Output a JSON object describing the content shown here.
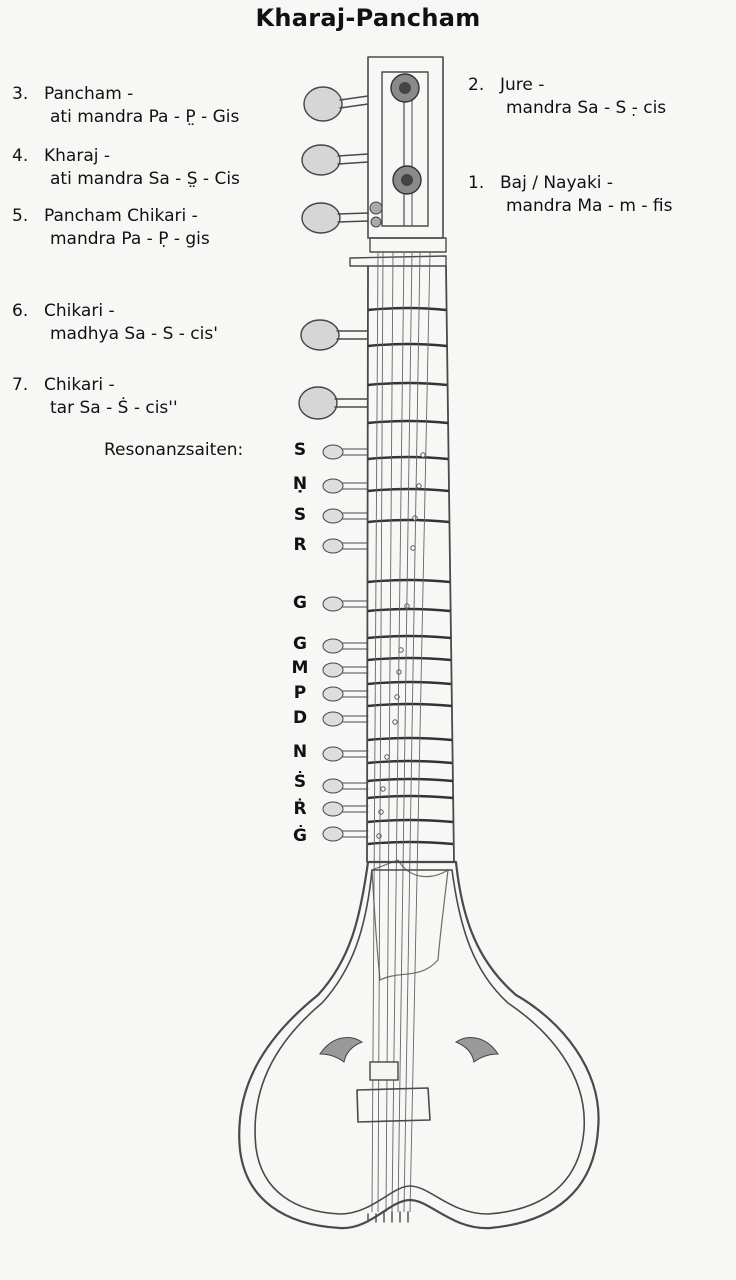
{
  "title": "Kharaj-Pancham",
  "strings_left": [
    {
      "num": "3.",
      "line1": "Pancham -",
      "line2": "ati mandra Pa - P̤ - Gis"
    },
    {
      "num": "4.",
      "line1": "Kharaj -",
      "line2": "ati mandra Sa - S̤ - Cis"
    },
    {
      "num": "5.",
      "line1": "Pancham Chikari -",
      "line2": "mandra Pa - P̣ - gis"
    },
    {
      "num": "6.",
      "line1": "Chikari -",
      "line2": "madhya Sa - S - cis'"
    },
    {
      "num": "7.",
      "line1": "Chikari -",
      "line2": "tar Sa - Ṡ - cis''"
    }
  ],
  "strings_right": [
    {
      "num": "2.",
      "line1": "Jure -",
      "line2": "mandra Sa - S -̣ cis"
    },
    {
      "num": "1.",
      "line1": "Baj / Nayaki -",
      "line2": "mandra Ma - m - fis"
    }
  ],
  "resonance_title": "Resonanzsaiten:",
  "resonance_notes": [
    "S",
    "Ṇ",
    "S",
    "R",
    "G",
    "G",
    "M",
    "P",
    "D",
    "N",
    "Ṡ",
    "Ṙ",
    "Ġ"
  ]
}
